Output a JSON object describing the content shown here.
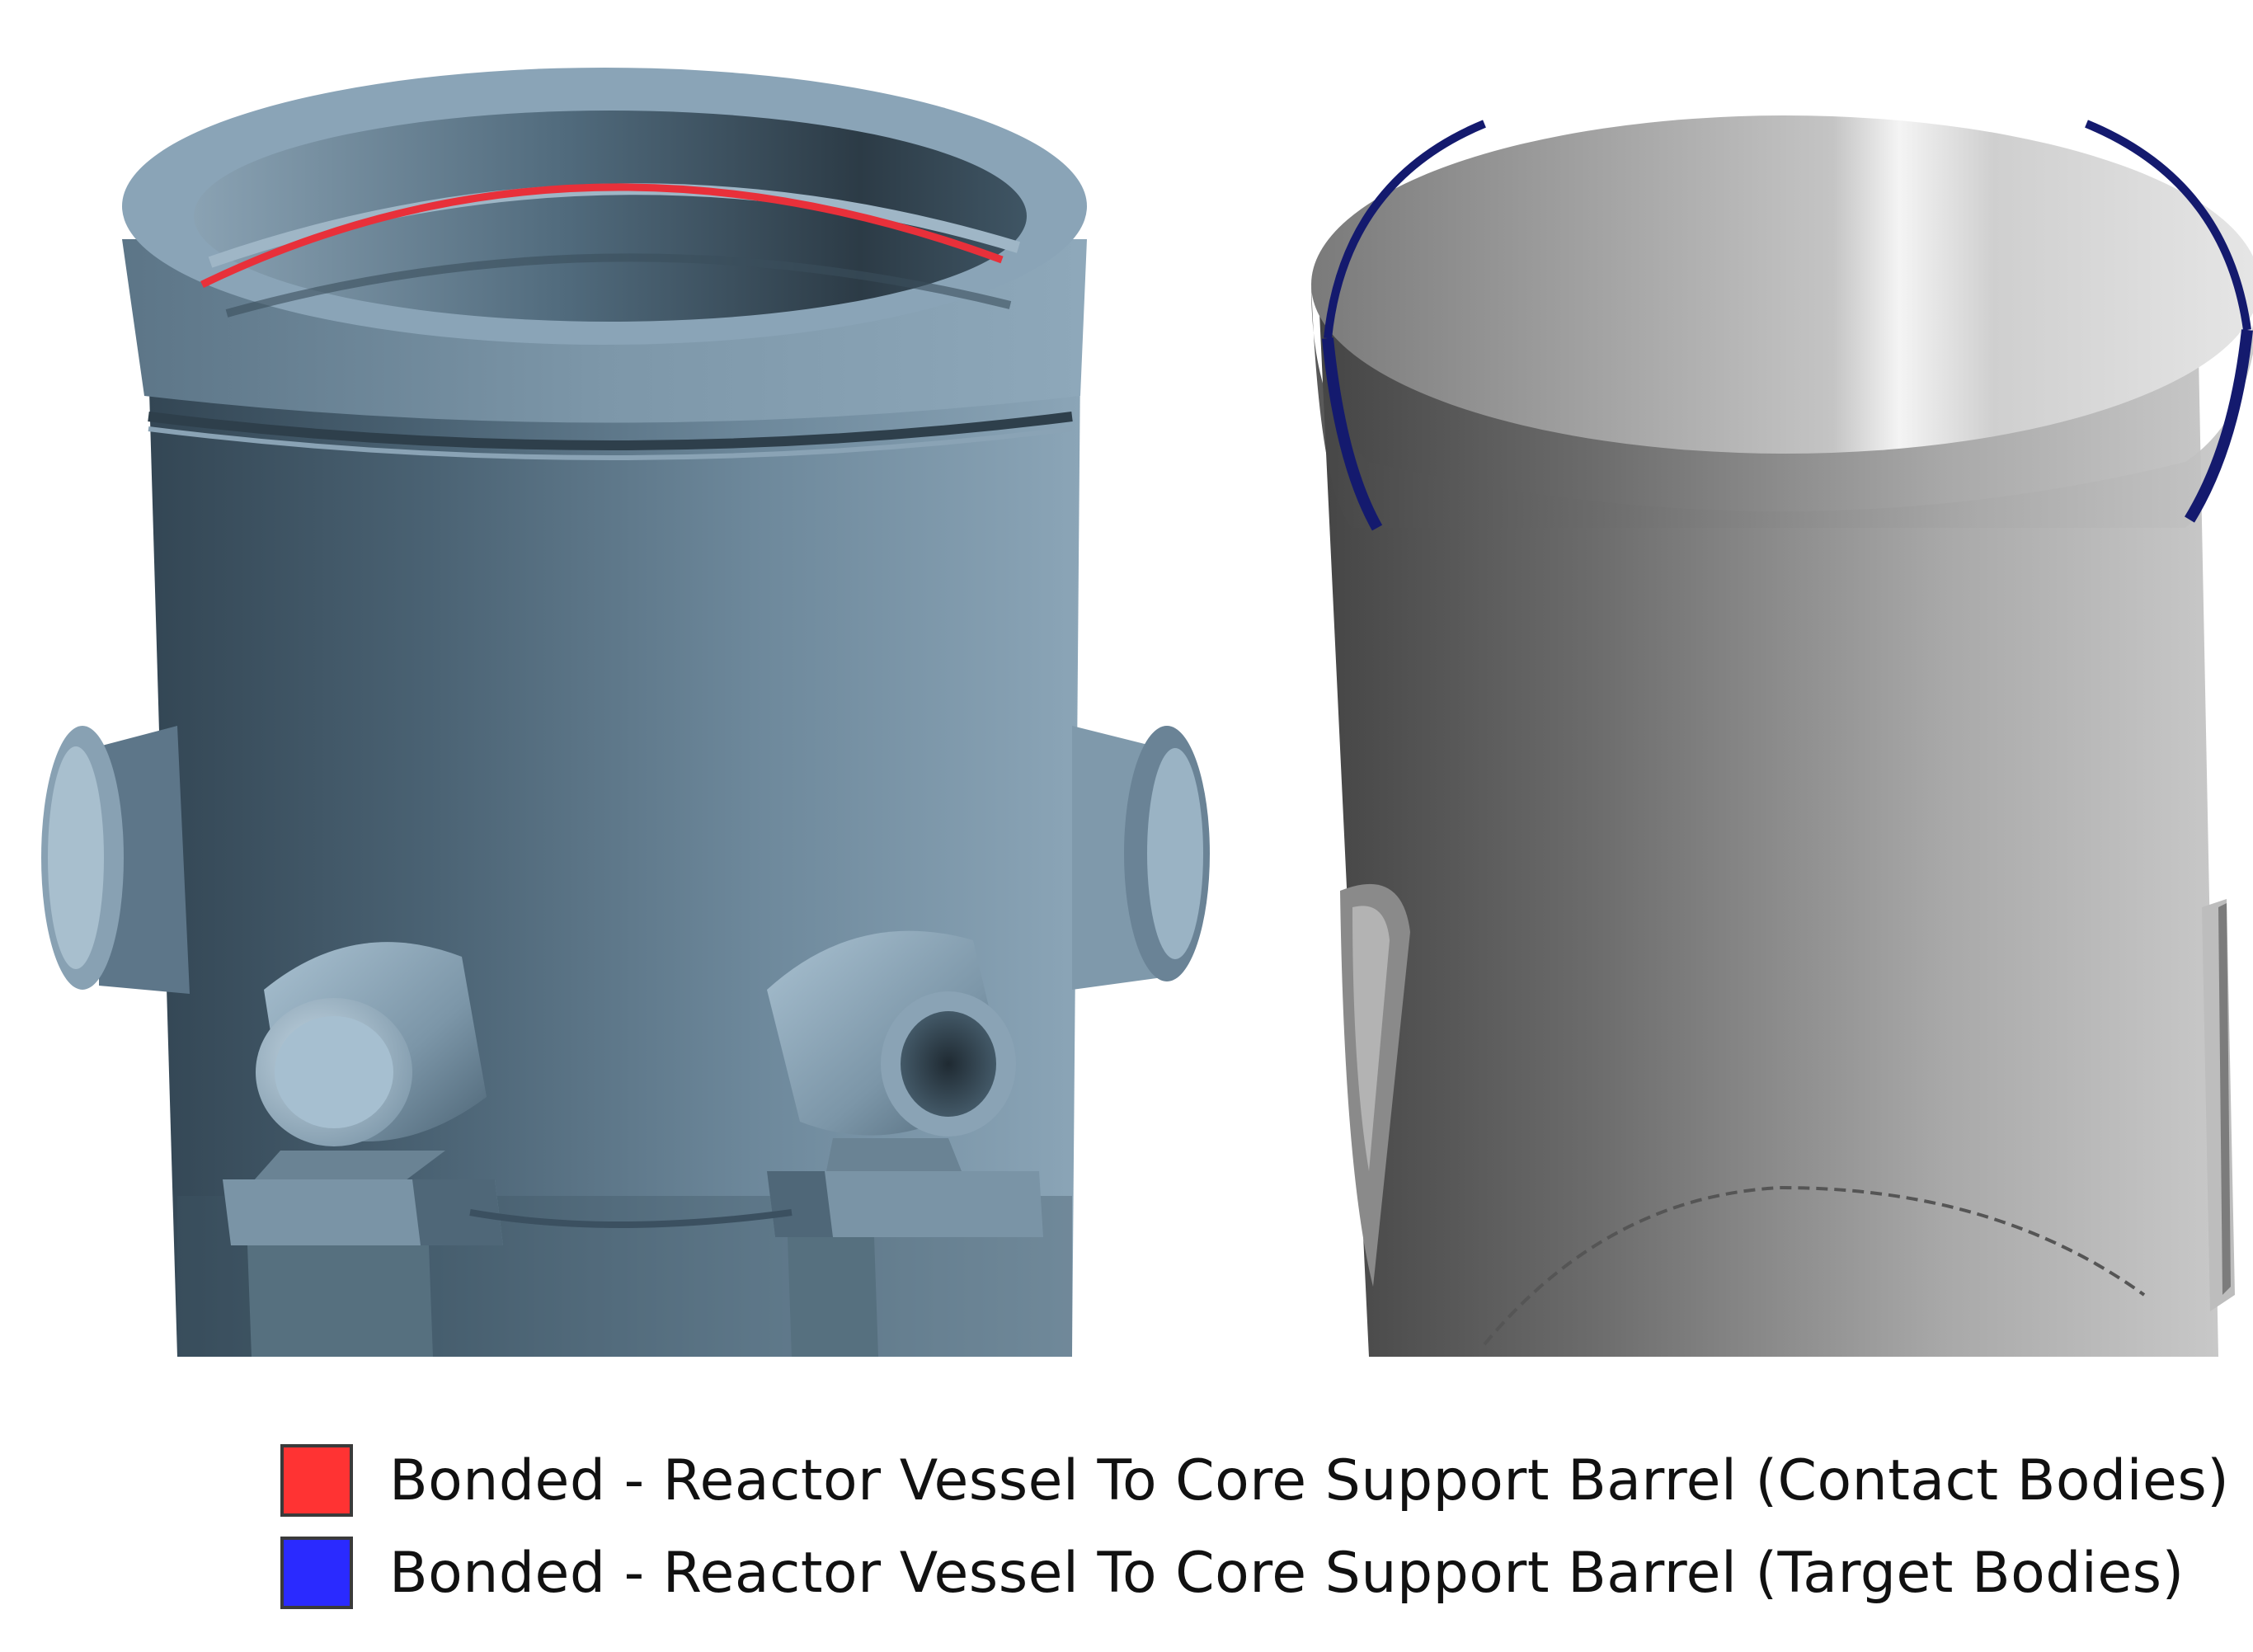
{
  "figure": {
    "left_panel": {
      "name": "Reactor Vessel"
    },
    "right_panel": {
      "name": "Core Support Barrel"
    }
  },
  "legend": {
    "items": [
      {
        "label": "Bonded - Reactor Vessel To Core Support Barrel (Contact Bodies)",
        "color": "#ff3333"
      },
      {
        "label": "Bonded - Reactor Vessel To Core Support Barrel (Target Bodies)",
        "color": "#2a2aff"
      }
    ]
  },
  "colors": {
    "vessel_base": "#6f8799",
    "barrel_base": "#9a9a9a",
    "contact_highlight": "#e8303a",
    "target_highlight": "#141a6e"
  }
}
